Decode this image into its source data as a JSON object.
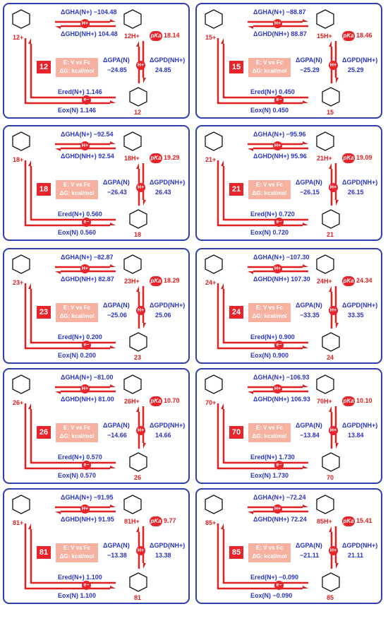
{
  "legend": {
    "line1": "E: V vs Fc",
    "line2": "ΔG: kcal/mol"
  },
  "symbols": {
    "hplus": "H+",
    "eminus": "e−",
    "pka": "pKa"
  },
  "labels": {
    "dg_ha": "ΔGHA(N+)",
    "dg_hd": "ΔGHD(NH+)",
    "dg_pa": "ΔGPA(N)",
    "dg_pd": "ΔGPD(NH+)",
    "e_red": "Ered(N+)",
    "e_ox": "Eox(N)"
  },
  "panels": [
    {
      "id": "12",
      "radical": "12+",
      "protonated": "12H+",
      "neutral": "12",
      "ha": "−104.48",
      "hd": "104.48",
      "pa": "−24.85",
      "pd": "24.85",
      "red": "1.146",
      "ox": "1.146",
      "pka": "18.14"
    },
    {
      "id": "15",
      "radical": "15+",
      "protonated": "15H+",
      "neutral": "15",
      "ha": "−88.87",
      "hd": "88.87",
      "pa": "−25.29",
      "pd": "25.29",
      "red": "0.450",
      "ox": "0.450",
      "pka": "18.46"
    },
    {
      "id": "18",
      "radical": "18+",
      "protonated": "18H+",
      "neutral": "18",
      "ha": "−92.54",
      "hd": "92.54",
      "pa": "−26.43",
      "pd": "26.43",
      "red": "0.560",
      "ox": "0.560",
      "pka": "19.29"
    },
    {
      "id": "21",
      "radical": "21+",
      "protonated": "21H+",
      "neutral": "21",
      "ha": "−95.96",
      "hd": "95.96",
      "pa": "−26.15",
      "pd": "26.15",
      "red": "0.720",
      "ox": "0.720",
      "pka": "19.09"
    },
    {
      "id": "23",
      "radical": "23+",
      "protonated": "23H+",
      "neutral": "23",
      "ha": "−82.87",
      "hd": "82.87",
      "pa": "−25.06",
      "pd": "25.06",
      "red": "0.200",
      "ox": "0.200",
      "pka": "18.29"
    },
    {
      "id": "24",
      "radical": "24+",
      "protonated": "24H+",
      "neutral": "24",
      "ha": "−107.30",
      "hd": "107.30",
      "pa": "−33.35",
      "pd": "33.35",
      "red": "0.900",
      "ox": "0.900",
      "pka": "24.34"
    },
    {
      "id": "26",
      "radical": "26+",
      "protonated": "26H+",
      "neutral": "26",
      "ha": "−81.00",
      "hd": "81.00",
      "pa": "−14.66",
      "pd": "14.66",
      "red": "0.570",
      "ox": "0.570",
      "pka": "10.70"
    },
    {
      "id": "70",
      "radical": "70+",
      "protonated": "70H+",
      "neutral": "70",
      "ha": "−106.93",
      "hd": "106.93",
      "pa": "−13.84",
      "pd": "13.84",
      "red": "1.730",
      "ox": "1.730",
      "pka": "10.10"
    },
    {
      "id": "81",
      "radical": "81+",
      "protonated": "81H+",
      "neutral": "81",
      "ha": "−91.95",
      "hd": "91.95",
      "pa": "−13.38",
      "pd": "13.38",
      "red": "1.100",
      "ox": "1.100",
      "pka": "9.77"
    },
    {
      "id": "85",
      "radical": "85+",
      "protonated": "85H+",
      "neutral": "85",
      "ha": "−72.24",
      "hd": "72.24",
      "pa": "−21.11",
      "pd": "21.11",
      "red": "−0.090",
      "ox": "−0.090",
      "pka": "15.41"
    }
  ]
}
